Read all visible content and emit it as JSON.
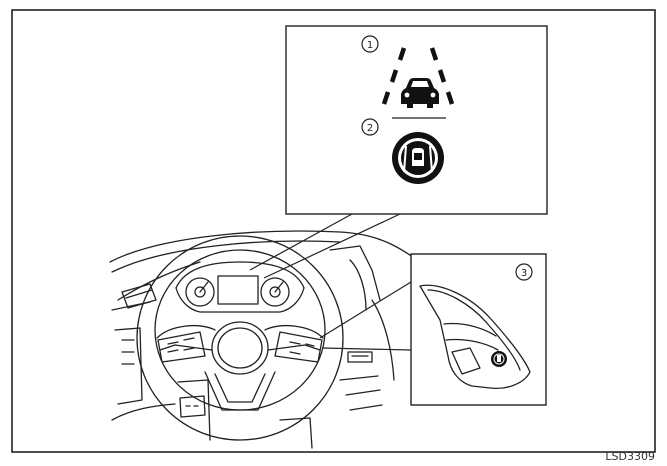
{
  "callouts": {
    "one": "1",
    "two": "2",
    "three": "3"
  },
  "figure_code": "LSD3309",
  "icons": {
    "callout_1": "lane-departure-warning-icon",
    "callout_2": "intelligent-lane-intervention-icon",
    "callout_3": "steering-wheel-switch-icon"
  }
}
